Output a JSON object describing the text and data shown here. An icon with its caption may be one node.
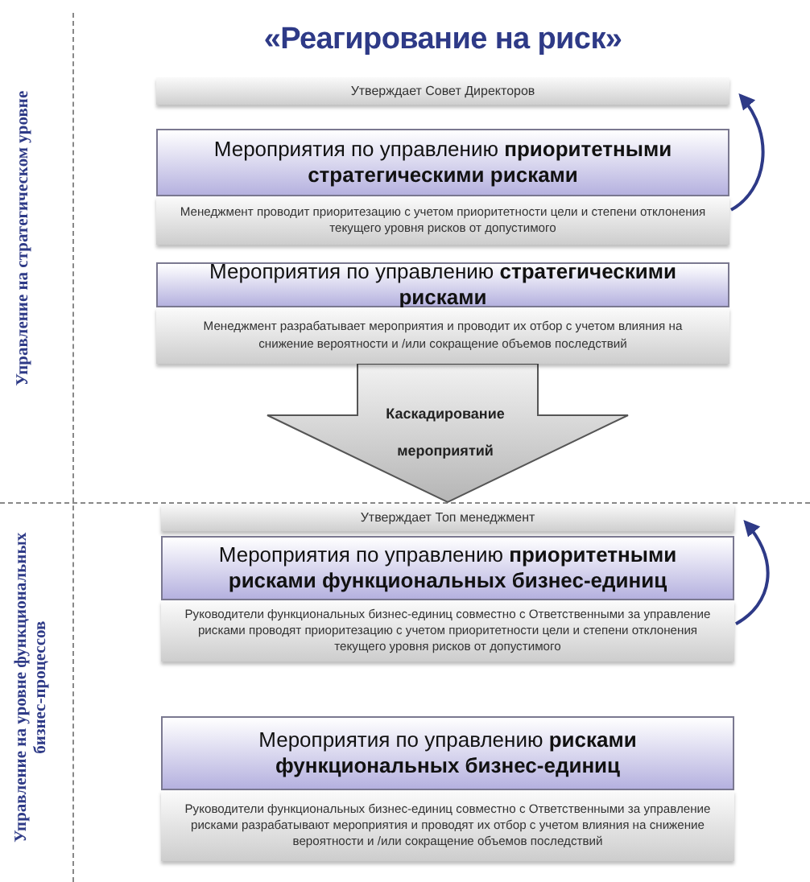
{
  "diagram": {
    "title": "«Реагирование на риск»",
    "nodes": [
      {
        "text": [
          "Утверждает Совет Директоров"
        ]
      },
      {
        "text": [
          "Мероприятия по управлению **приоритетными стратегическими рисками**",
          "Менеджмент проводит приоритезацию с учетом приоритетности цели и степени отклонения текущего уровня рисков от допустимого"
        ]
      },
      {
        "text": [
          "Мероприятия по управлению **стратегическими рисками**",
          "Менеджмент разрабатывает мероприятия и проводит их отбор с учетом влияния на снижение вероятности и /или сокращение объемов последствий"
        ]
      },
      {
        "text": [
          "Утверждает Топ менеджмент"
        ]
      },
      {
        "text": [
          "Мероприятия по управлению **приоритетными рисками функциональных бизнес-единиц**",
          "Руководители функциональных бизнес-единиц совместно с Ответственными за управление рисками проводят приоритезацию с учетом приоритетности цели и степени отклонения текущего уровня рисков от допустимого"
        ]
      },
      {
        "text": [
          "Мероприятия по управлению **рисками функциональных бизнес-единиц**",
          "Руководители функциональных бизнес-единиц совместно с Ответственными за управление рисками разрабатывают мероприятия и проводят их отбор с учетом влияния на снижение вероятности и /или сокращение объемов последствий"
        ]
      }
    ],
    "edges": [
      {
        "from": 1,
        "to": 0,
        "arrow": "to"
      },
      {
        "from": 2,
        "to": 3,
        "arrow": "to",
        "label": "Каскадирование мероприятий",
        "style": "thick",
        "color": "#b5b5b5"
      },
      {
        "from": 4,
        "to": 3,
        "arrow": "to"
      }
    ],
    "labels": [
      "Управление на стратегическом уровне",
      "Управление на уровне функциональных бизнес-процессов"
    ]
  }
}
